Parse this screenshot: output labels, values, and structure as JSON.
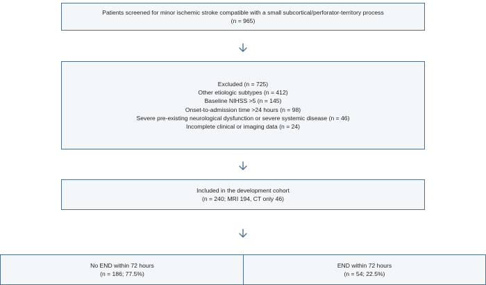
{
  "screened": {
    "line1": "Patients screened for minor ischemic stroke compatible with a small subcortical/perforator-territory process",
    "line2": "(n = 965)"
  },
  "excluded": {
    "title": "Excluded (n = 725)",
    "reasons": [
      "Other etiologic subtypes (n = 412)",
      "Baseline NIHSS >5 (n = 145)",
      "Onset-to-admission time >24 hours (n = 98)",
      "Severe pre-existing neurological dysfunction or severe systemic disease (n = 46)",
      "Incomplete clinical or imaging data (n = 24)"
    ]
  },
  "included": {
    "line1": "Included in the development cohort",
    "line2": "(n = 240; MRI 194, CT only 46)"
  },
  "outcomes": [
    {
      "line1": "No END within 72 hours",
      "line2": "(n = 186; 77.5%)"
    },
    {
      "line1": "END within 72 hours",
      "line2": "(n = 54; 22.5%)"
    }
  ],
  "colors": {
    "box_border": "#4f6f8c",
    "box_fill": "#f4f7fa",
    "arrow": "#4f6f8c"
  },
  "icons": [
    "chevron-down-icon"
  ]
}
